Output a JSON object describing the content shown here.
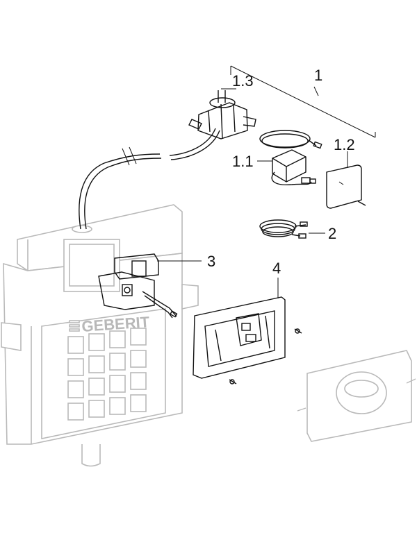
{
  "brand": {
    "logo_text": "GEBERIT"
  },
  "callouts": {
    "set": "1",
    "electronics": "1.1",
    "cover_plate": "1.2",
    "valve": "1.3",
    "cable": "2",
    "actuator": "3",
    "frame": "4"
  }
}
